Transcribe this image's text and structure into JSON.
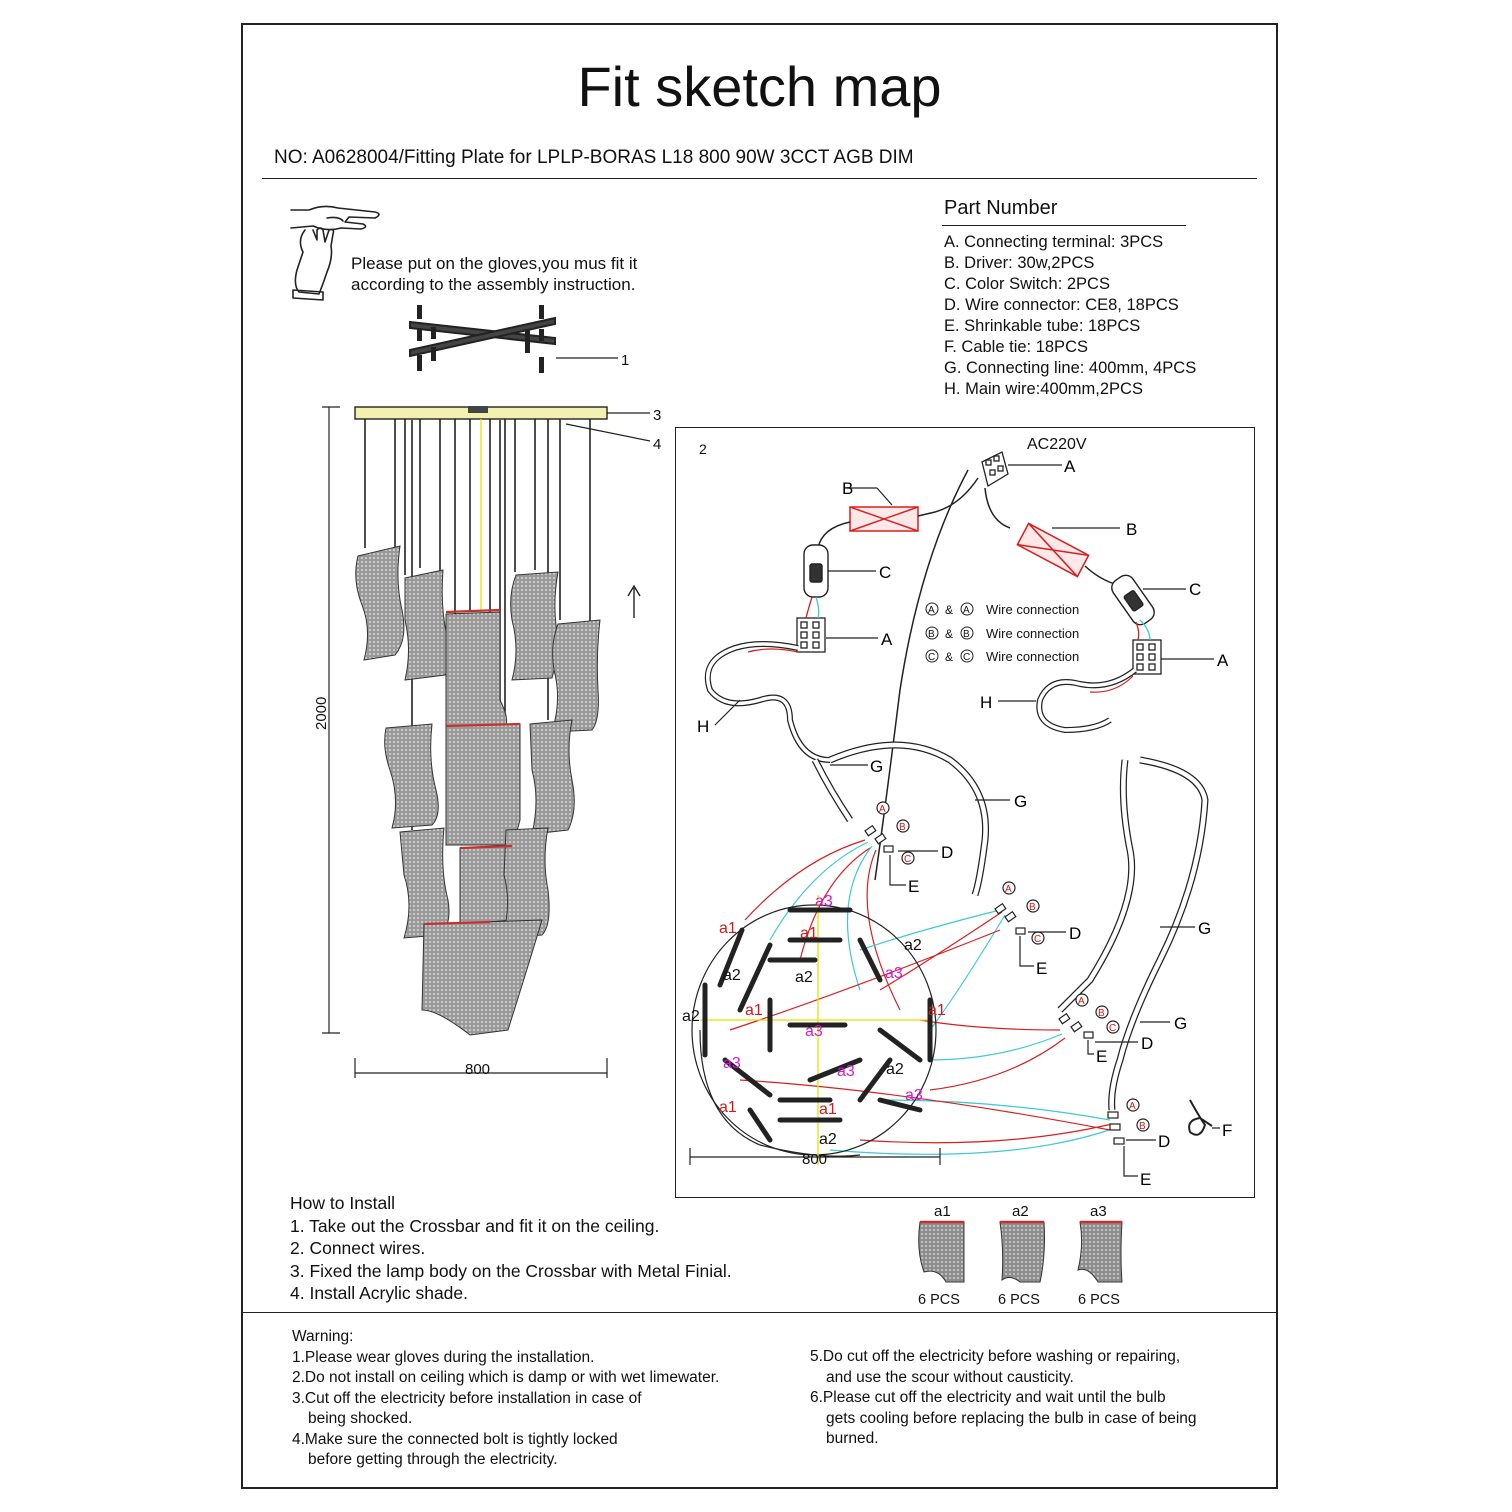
{
  "title": "Fit sketch map",
  "subtitle": "NO: A0628004/Fitting Plate for LPLP-BORAS L18 800 90W 3CCT AGB DIM",
  "glove_note": {
    "line1": "Please put on the gloves,you mus fit it",
    "line2": "according to the assembly instruction."
  },
  "parts": {
    "heading": "Part  Number",
    "items": [
      "A. Connecting terminal: 3PCS",
      "B. Driver: 30w,2PCS",
      "C. Color Switch: 2PCS",
      "D. Wire connector:  CE8, 18PCS",
      "E. Shrinkable tube: 18PCS",
      "F. Cable tie: 18PCS",
      "G. Connecting line: 400mm, 4PCS",
      "H. Main wire:400mm,2PCS"
    ]
  },
  "lamp_drawing": {
    "callouts": [
      "1",
      "3",
      "4"
    ],
    "height_dim": "2000",
    "width_dim": "800"
  },
  "wiring_diagram": {
    "panel_number": "2",
    "supply": "AC220V",
    "width_dim": "800",
    "letters": {
      "A": "A",
      "B": "B",
      "C": "C",
      "D": "D",
      "E": "E",
      "F": "F",
      "G": "G",
      "H": "H"
    },
    "legend": [
      {
        "sym": "A",
        "text": "Wire connection"
      },
      {
        "sym": "B",
        "text": "Wire connection"
      },
      {
        "sym": "C",
        "text": "Wire connection"
      }
    ],
    "amp": "&",
    "shade_labels": [
      "a1",
      "a2",
      "a3"
    ]
  },
  "shades": [
    {
      "label": "a1",
      "qty": "6 PCS"
    },
    {
      "label": "a2",
      "qty": "6 PCS"
    },
    {
      "label": "a3",
      "qty": "6 PCS"
    }
  ],
  "how_to_install": {
    "heading": "How to Install",
    "steps": [
      "1. Take out the Crossbar and fit it on the ceiling.",
      "2. Connect wires.",
      "3. Fixed the lamp body on the Crossbar with Metal Finial.",
      "4. Install Acrylic shade."
    ]
  },
  "warning": {
    "heading": "Warning:",
    "left": [
      "1.Please wear gloves during the installation.",
      "2.Do not install on ceiling which is damp or with wet limewater.",
      "3.Cut off the electricity before installation in case of",
      "being shocked.",
      "4.Make sure the connected bolt is tightly locked",
      "before getting through the electricity."
    ],
    "right": [
      "5.Do cut off the electricity before washing or repairing,",
      "and use the scour without causticity.",
      "6.Please cut off the electricity and wait until the bulb",
      "gets cooling before replacing the bulb in case of being",
      "burned."
    ]
  },
  "colors": {
    "line": "#222222",
    "wire_red": "#d62020",
    "wire_cyan": "#3ec8d8",
    "label_red": "#d21a1a",
    "label_magenta": "#d21ad2",
    "axis_yellow": "#e8e000",
    "mesh": "#8a8a8a"
  }
}
